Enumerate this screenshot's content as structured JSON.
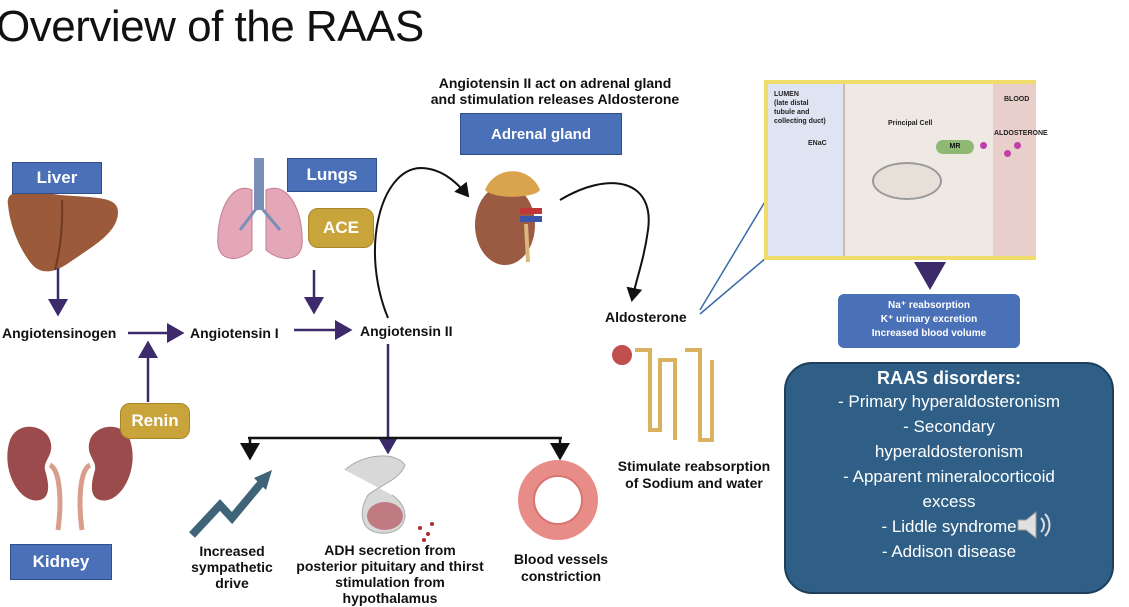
{
  "title": "Overview of the RAAS",
  "liver": {
    "label": "Liver"
  },
  "lungs": {
    "label": "Lungs",
    "enzyme": "ACE"
  },
  "kidney": {
    "label": "Kidney",
    "enzyme": "Renin"
  },
  "adrenal": {
    "caption_line1": "Angiotensin II act on adrenal gland",
    "caption_line2": "and stimulation releases Aldosterone",
    "label": "Adrenal gland"
  },
  "pathway": {
    "angiotensinogen": "Angiotensinogen",
    "angiotensin1": "Angiotensin I",
    "angiotensin2": "Angiotensin II",
    "aldosterone": "Aldosterone"
  },
  "effects": {
    "sympathetic": [
      "Increased",
      "sympathetic",
      "drive"
    ],
    "adh": [
      "ADH secretion from",
      "posterior pituitary and thirst",
      "stimulation from",
      "hypothalamus"
    ],
    "vessels": [
      "Blood vessels",
      "constriction"
    ],
    "reabsorption": [
      "Stimulate reabsorption",
      "of Sodium and water"
    ]
  },
  "cell_panel": {
    "lumen": [
      "LUMEN",
      "(late distal",
      "tubule and",
      "collecting duct)"
    ],
    "principal": "Principal Cell",
    "blood": "BLOOD",
    "aldosterone": "ALDOSTERONE",
    "enac": "ENaC",
    "mr": "MR"
  },
  "results": [
    "Na⁺ reabsorption",
    "K⁺ urinary excretion",
    "Increased blood volume"
  ],
  "disorders": {
    "heading": "RAAS disorders:",
    "items": [
      "-    Primary hyperaldosteronism",
      "-     Secondary",
      "hyperaldosteronism",
      "-  Apparent mineralocorticoid",
      "excess",
      "-     Liddle syndrome",
      "-    Addison disease"
    ]
  },
  "colors": {
    "box_blue": "#4a70b8",
    "gold": "#c9a43b",
    "arrow_purple": "#3d2a6b",
    "disorder_bg": "#2f5f86"
  }
}
